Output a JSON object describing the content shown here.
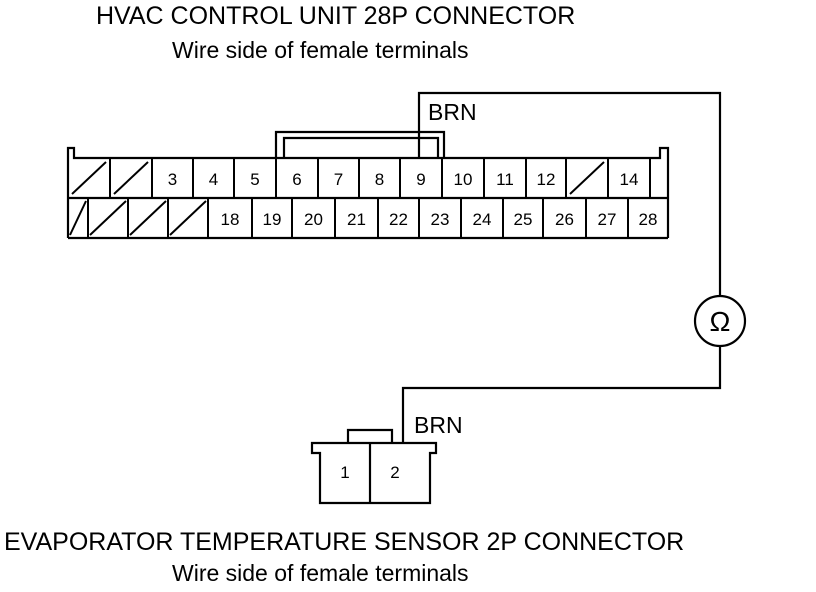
{
  "hvac_connector": {
    "title": "HVAC CONTROL UNIT 28P CONNECTOR",
    "subtitle": "Wire side of female terminals",
    "top_row": [
      "",
      "",
      "3",
      "4",
      "5",
      "6",
      "7",
      "8",
      "9",
      "10",
      "11",
      "12",
      "",
      "14"
    ],
    "bottom_row": [
      "",
      "",
      "",
      "",
      "18",
      "19",
      "20",
      "21",
      "22",
      "23",
      "24",
      "25",
      "26",
      "27",
      "28"
    ],
    "wire_label": "BRN"
  },
  "sensor_connector": {
    "title": "EVAPORATOR TEMPERATURE SENSOR 2P CONNECTOR",
    "subtitle": "Wire side of female terminals",
    "terminals": [
      "1",
      "2"
    ],
    "wire_label": "BRN"
  },
  "ohmmeter": {
    "symbol": "Ω",
    "icon": "ohmmeter-icon"
  },
  "colors": {
    "line": "#000000",
    "background": "#ffffff"
  }
}
